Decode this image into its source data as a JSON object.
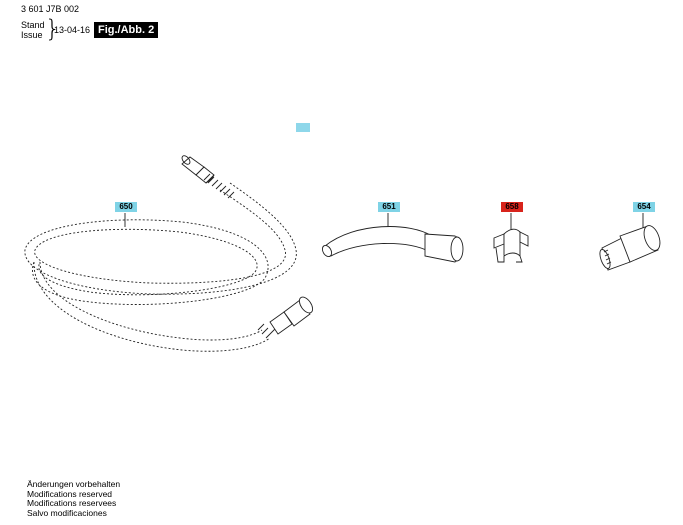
{
  "header": {
    "part_number": "3 601 J7B 002",
    "stand_label": "Stand",
    "issue_label": "Issue",
    "date": "13-04-16",
    "figure_label": "Fig./Abb. 2"
  },
  "parts": [
    {
      "id": "650",
      "color": "#7fd3e6"
    },
    {
      "id": "651",
      "color": "#7fd3e6"
    },
    {
      "id": "658",
      "color": "#d8241c"
    },
    {
      "id": "654",
      "color": "#7fd3e6"
    }
  ],
  "footer": {
    "lines": [
      "Änderungen vorbehalten",
      "Modifications reserved",
      "Modifications reservees",
      "Salvo modificaciones"
    ]
  }
}
